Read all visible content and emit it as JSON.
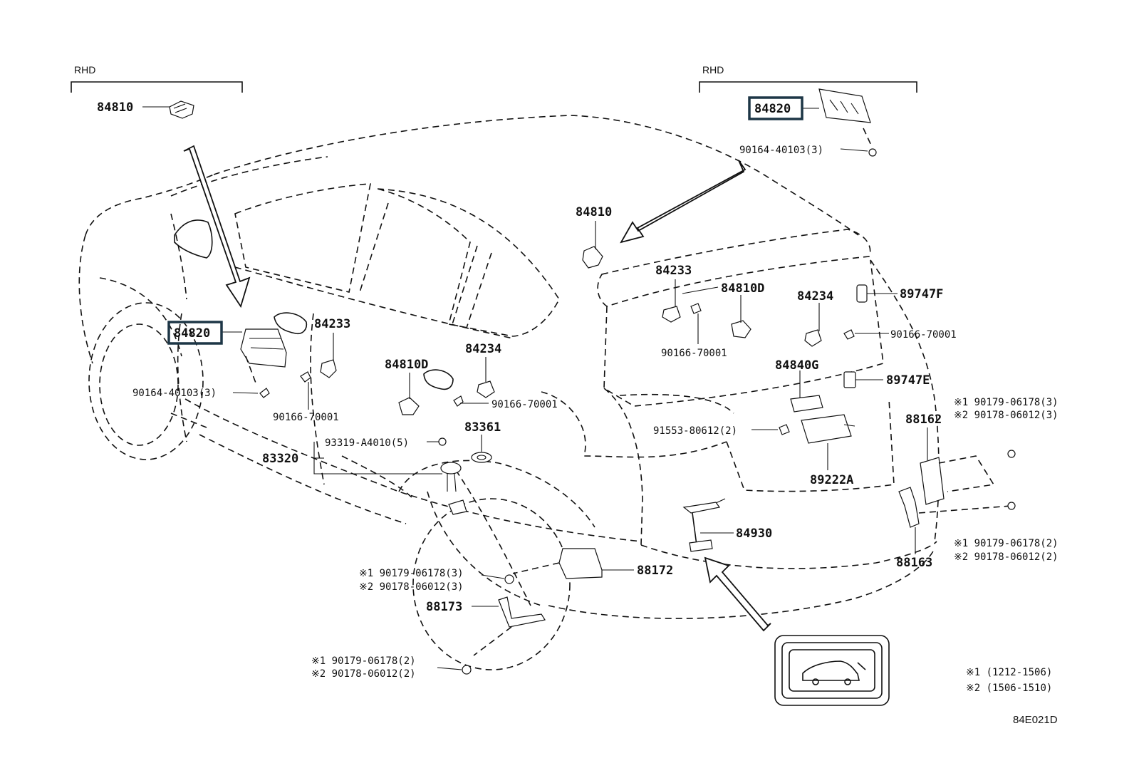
{
  "diagram": {
    "region_labels": {
      "left": "RHD",
      "right": "RHD"
    },
    "parts": {
      "p84810_rhd": "84810",
      "p84820_rhd": "84820",
      "p90164_rhd": "90164-40103(3)",
      "p84810_roof": "84810",
      "p84820": "84820",
      "p84233_front": "84233",
      "p90164": "90164-40103(3)",
      "p90166_front": "90166-70001",
      "p84810d_rear": "84810D",
      "p84234_rear": "84234",
      "p90166_rear": "90166-70001",
      "p83361": "83361",
      "p93319": "93319-A4010(5)",
      "p83320": "83320",
      "p84233_gate": "84233",
      "p84810d_gate": "84810D",
      "p90166_gate_a": "90166-70001",
      "p84234_gate": "84234",
      "p89747f": "89747F",
      "p90166_gate_b": "90166-70001",
      "p84840g": "84840G",
      "p89747e": "89747E",
      "p91553": "91553-80612(2)",
      "p89222a": "89222A",
      "p84930": "84930",
      "p88162": "88162",
      "p88162_n1": "※1 90179-06178(3)",
      "p88162_n2": "※2 90178-06012(3)",
      "p88163": "88163",
      "p88163_n1": "※1 90179-06178(2)",
      "p88163_n2": "※2 90178-06012(2)",
      "p88172": "88172",
      "p88172_n1": "※1 90179-06178(3)",
      "p88172_n2": "※2 90178-06012(3)",
      "p88173": "88173",
      "p88173_n1": "※1 90179-06178(2)",
      "p88173_n2": "※2 90178-06012(2)"
    },
    "notes": {
      "n1": "※1 (1212-1506)",
      "n2": "※2 (1506-1510)"
    },
    "diagram_code": "84E021D",
    "highlight_color": "#1d3646"
  }
}
